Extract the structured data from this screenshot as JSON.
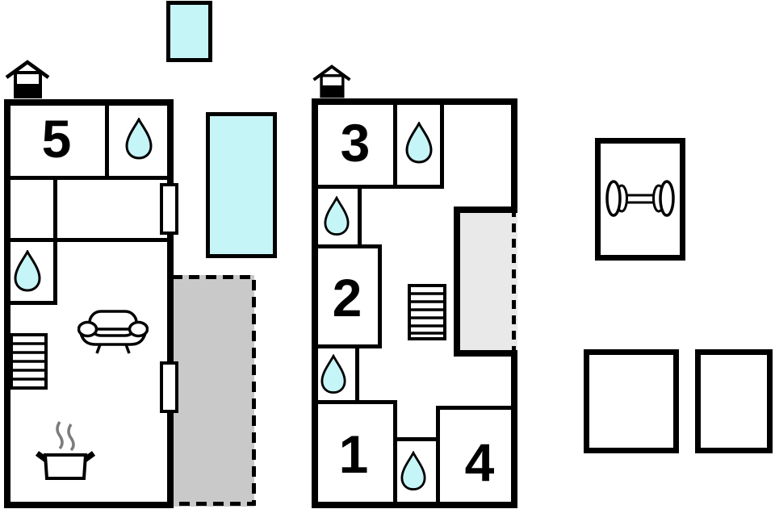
{
  "plan": {
    "type": "property-floor-plan",
    "rooms": {
      "r1": "1",
      "r2": "2",
      "r3": "3",
      "r4": "4",
      "r5": "5"
    },
    "colors": {
      "water": "#c6f5f7",
      "terrace": "#c9c9c9",
      "balcony": "#e9e9e9",
      "wall": "#000000",
      "steam": "#7c7c7c"
    },
    "icons": {
      "water_drop": "bathroom-water-drop",
      "chimney": "house-chimney",
      "stairs": "staircase",
      "sofa": "sofa",
      "stove": "pot-with-steam",
      "dumbbell": "fitness-dumbbell"
    }
  }
}
